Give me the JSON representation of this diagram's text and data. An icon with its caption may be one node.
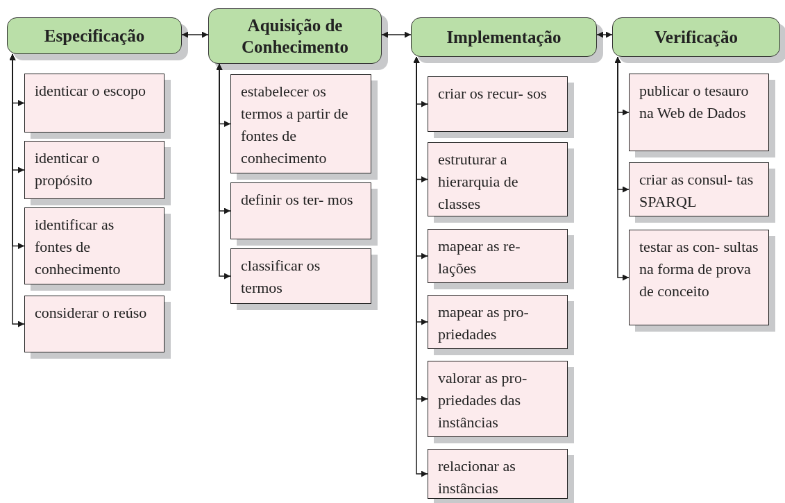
{
  "diagram": {
    "nodes": [
      {
        "text": [
          "Especificação"
        ]
      },
      {
        "text": [
          "identicar o escopo"
        ]
      },
      {
        "text": [
          "identicar o propósito"
        ]
      },
      {
        "text": [
          "identificar as fontes de conhecimento"
        ]
      },
      {
        "text": [
          "considerar o reúso"
        ]
      },
      {
        "text": [
          "Aquisição de Conhecimento"
        ]
      },
      {
        "text": [
          "estabelecer os termos a partir de fontes de conhecimento"
        ]
      },
      {
        "text": [
          "definir os ter- mos"
        ]
      },
      {
        "text": [
          "classificar os termos"
        ]
      },
      {
        "text": [
          "Implementação"
        ]
      },
      {
        "text": [
          "criar os recur- sos"
        ]
      },
      {
        "text": [
          "estruturar a hierarquia de classes"
        ]
      },
      {
        "text": [
          "mapear as re- lações"
        ]
      },
      {
        "text": [
          "mapear as pro- priedades"
        ]
      },
      {
        "text": [
          "valorar as pro- priedades das instâncias"
        ]
      },
      {
        "text": [
          "relacionar as instâncias"
        ]
      },
      {
        "text": [
          "Verificação"
        ]
      },
      {
        "text": [
          "publicar o tesauro na Web de Dados"
        ]
      },
      {
        "text": [
          "criar as consul- tas SPARQL"
        ]
      },
      {
        "text": [
          "testar as con- sultas na forma de prova de conceito"
        ]
      }
    ],
    "edges": [
      {
        "from": 0,
        "to": 5,
        "arrow": "both"
      },
      {
        "from": 5,
        "to": 9,
        "arrow": "both"
      },
      {
        "from": 9,
        "to": 16,
        "arrow": "both"
      },
      {
        "from": 0,
        "to": 1,
        "arrow": "both"
      },
      {
        "from": 0,
        "to": 2,
        "arrow": "both"
      },
      {
        "from": 0,
        "to": 3,
        "arrow": "both"
      },
      {
        "from": 0,
        "to": 4,
        "arrow": "both"
      },
      {
        "from": 5,
        "to": 6,
        "arrow": "both"
      },
      {
        "from": 5,
        "to": 7,
        "arrow": "both"
      },
      {
        "from": 5,
        "to": 8,
        "arrow": "both"
      },
      {
        "from": 9,
        "to": 10,
        "arrow": "both"
      },
      {
        "from": 9,
        "to": 11,
        "arrow": "both"
      },
      {
        "from": 9,
        "to": 12,
        "arrow": "both"
      },
      {
        "from": 9,
        "to": 13,
        "arrow": "both"
      },
      {
        "from": 9,
        "to": 14,
        "arrow": "both"
      },
      {
        "from": 9,
        "to": 15,
        "arrow": "both"
      },
      {
        "from": 16,
        "to": 17,
        "arrow": "both"
      },
      {
        "from": 16,
        "to": 18,
        "arrow": "both"
      },
      {
        "from": 16,
        "to": 19,
        "arrow": "both"
      }
    ]
  }
}
